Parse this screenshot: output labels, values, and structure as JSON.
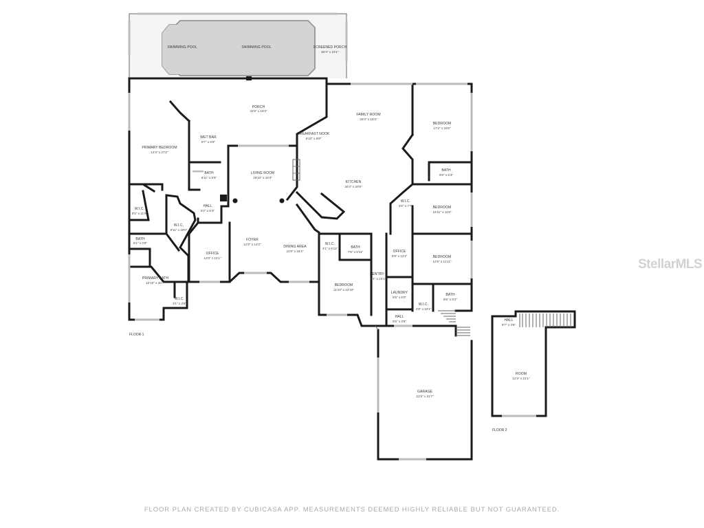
{
  "rooms": {
    "swimming_pool_small": {
      "name": "SWIMMING POOL"
    },
    "swimming_pool": {
      "name": "SWIMMING POOL"
    },
    "screened_porch": {
      "name": "SCREENED PORCH",
      "dims": "82'4\" x 18'1\""
    },
    "porch": {
      "name": "PORCH",
      "dims": "42'6\" x 16'3\""
    },
    "family_room": {
      "name": "FAMILY ROOM",
      "dims": "25'4\" x 15'3\""
    },
    "bedroom_ne": {
      "name": "BEDROOM",
      "dims": "17'2\" x 23'6\""
    },
    "breakfast_nook": {
      "name": "BREAKFAST NOOK",
      "dims": "6'10\" x 6'8\""
    },
    "wet_bar": {
      "name": "WET BAR",
      "dims": "8'7\" x 6'9\""
    },
    "primary_bedroom": {
      "name": "PRIMARY BEDROOM",
      "dims": "14'4\" x 27'2\""
    },
    "bath_1": {
      "name": "BATH",
      "dims": "5'11\" x 5'5\""
    },
    "living_room": {
      "name": "LIVING ROOM",
      "dims": "18'10\" x 16'4\""
    },
    "kitchen": {
      "name": "KITCHEN",
      "dims": "26'4\" x 20'9\""
    },
    "bath_ne": {
      "name": "BATH",
      "dims": "9'8\" x 5'3\""
    },
    "hall_1": {
      "name": "HALL",
      "dims": "8'2\" x 6'3\""
    },
    "wic_1": {
      "name": "W.I.C.",
      "dims": "9'1\" x 11'9\""
    },
    "wic_2": {
      "name": "W.I.C.",
      "dims": "9'11\" x 10'0\""
    },
    "wic_3": {
      "name": "W.I.C.",
      "dims": "5'6\" x 7'7\""
    },
    "bedroom_e1": {
      "name": "BEDROOM",
      "dims": "15'11\" x 11'6\""
    },
    "bath_2": {
      "name": "BATH",
      "dims": "6'1\" x 3'8\""
    },
    "office_1": {
      "name": "OFFICE",
      "dims": "13'3\" x 14'1\""
    },
    "foyer": {
      "name": "FOYER",
      "dims": "12'2\" x 14'2\""
    },
    "dining_area": {
      "name": "DINING AREA",
      "dims": "11'9\" x 16'4\""
    },
    "wic_4": {
      "name": "W.I.C.",
      "dims": "4'1\" x 6'11\""
    },
    "bath_3": {
      "name": "BATH",
      "dims": "7'5\" x 5'11\""
    },
    "office_2": {
      "name": "OFFICE",
      "dims": "8'9\" x 12'4\""
    },
    "bedroom_e2": {
      "name": "BEDROOM",
      "dims": "12'5\" x 11'11\""
    },
    "primary_bath": {
      "name": "PRIMARY BATH",
      "dims": "12'10\" x 20'7\""
    },
    "entry": {
      "name": "ENTRY",
      "dims": "7'1\" x 22'1\""
    },
    "bedroom_s": {
      "name": "BEDROOM",
      "dims": "11'10\" x 12'10\""
    },
    "laundry": {
      "name": "LAUNDRY",
      "dims": "6'5\" x 6'0\""
    },
    "bath_4": {
      "name": "BATH",
      "dims": "8'6\" x 6'2\""
    },
    "wic_5": {
      "name": "W.I.C.",
      "dims": "3'1\" x 3'8\""
    },
    "wic_6": {
      "name": "W.I.C.",
      "dims": "4'9\" x 10'1\""
    },
    "hall_2": {
      "name": "HALL",
      "dims": "6'5\" x 3'8\""
    },
    "garage": {
      "name": "GARAGE",
      "dims": "21'5\" x 31'7\""
    },
    "hall_up": {
      "name": "HALL",
      "dims": "6'7\" x 4'6\""
    },
    "room_up": {
      "name": "ROOM",
      "dims": "12'3\" x 21'1\""
    }
  },
  "floors": {
    "floor1": "FLOOR 1",
    "floor2": "FLOOR 2"
  },
  "footer": "FLOOR PLAN CREATED BY CUBICASA APP. MEASUREMENTS DEEMED HIGHLY RELIABLE BUT NOT GUARANTEED.",
  "watermark": "StellarMLS"
}
